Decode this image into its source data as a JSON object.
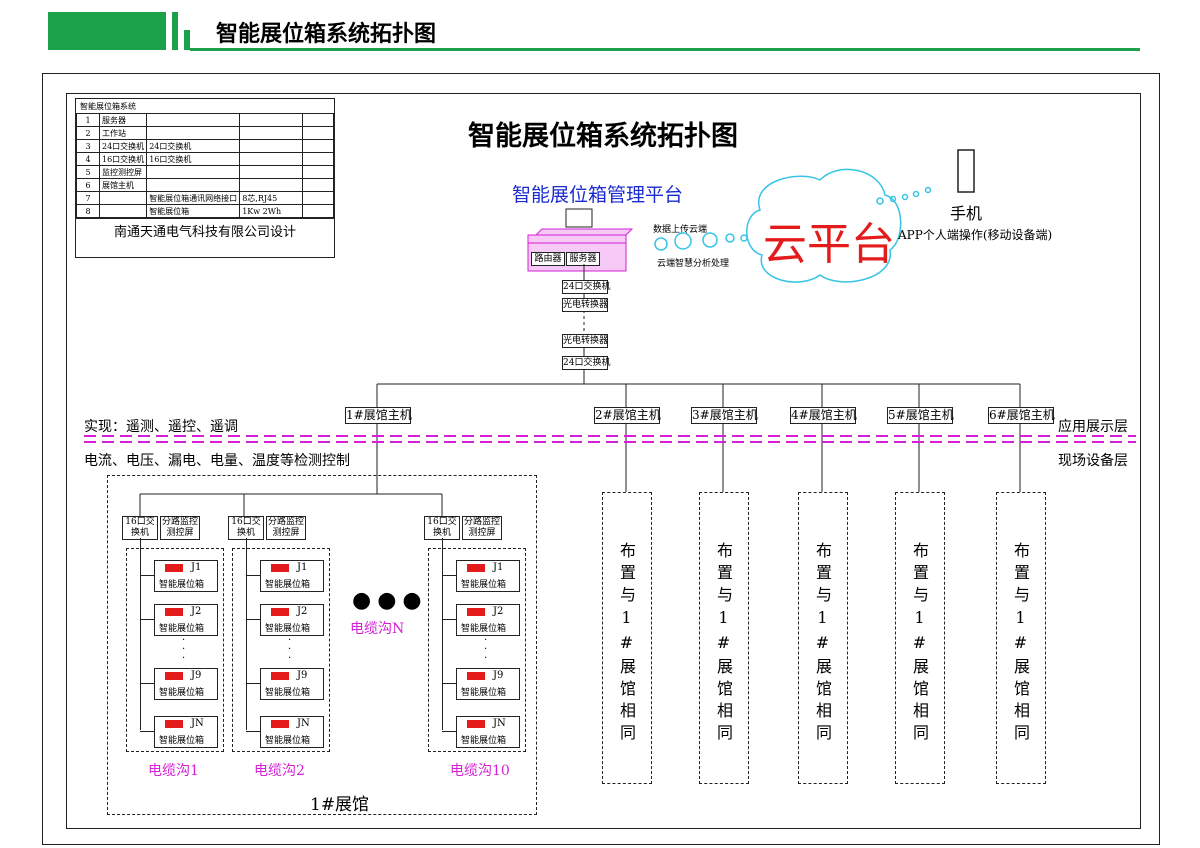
{
  "header": {
    "title": "智能展位箱系统拓扑图"
  },
  "diagram": {
    "title": "智能展位箱系统拓扑图",
    "platform_title": "智能展位箱管理平台",
    "router": "路由器",
    "server": "服务器",
    "switch24_top": "24口交换机",
    "converter1": "光电转换器",
    "converter2": "光电转换器",
    "switch24_bottom": "24口交换机",
    "upload_label": "数据上传云端",
    "analysis_label": "云端智慧分析处理",
    "cloud": "云平台",
    "phone_label": "手机",
    "app_label": "APP个人端操作(移动设备端)",
    "halls": [
      "1#展馆主机",
      "2#展馆主机",
      "3#展馆主机",
      "4#展馆主机",
      "5#展馆主机",
      "6#展馆主机"
    ],
    "left_top_text": "实现：遥测、遥控、遥调",
    "left_bottom_text": "电流、电压、漏电、电量、温度等检测控制",
    "layer_top": "应用展示层",
    "layer_bottom": "现场设备层",
    "hall1_label": "1#展馆",
    "switch16": "16口交换机",
    "monitor_panel": "分路监控测控屏",
    "box_label": "智能展位箱",
    "ids": [
      "J1",
      "J2",
      "J9",
      "JN"
    ],
    "trenches": [
      "电缆沟1",
      "电缆沟2",
      "电缆沟10"
    ],
    "trench_n": "电缆沟N",
    "same_text": "布置与1#展馆相同"
  },
  "legend": {
    "title": "智能展位箱系统",
    "rows": [
      {
        "n": "1",
        "name": "服务器",
        "desc": ""
      },
      {
        "n": "2",
        "name": "工作站",
        "desc": ""
      },
      {
        "n": "3",
        "name": "24口交换机",
        "desc": "24口交换机"
      },
      {
        "n": "4",
        "name": "16口交换机",
        "desc": "16口交换机"
      },
      {
        "n": "5",
        "name": "监控测控屏",
        "desc": ""
      },
      {
        "n": "6",
        "name": "展馆主机",
        "desc": ""
      },
      {
        "n": "7",
        "name": "",
        "desc": "智能展位箱通讯网络接口",
        "extra": "8芯,RJ45"
      },
      {
        "n": "8",
        "name": "",
        "desc": "智能展位箱",
        "extra": "1Kw  2Wh"
      }
    ],
    "company": "南通天通电气科技有限公司设计"
  }
}
